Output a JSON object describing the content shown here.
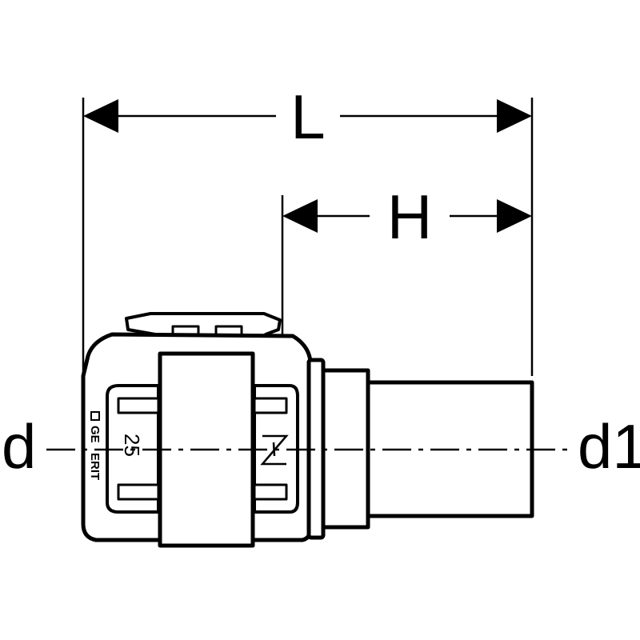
{
  "drawing": {
    "dimension_L": "L",
    "dimension_H": "H",
    "label_d": "d",
    "label_d1": "d1",
    "size_marking": "25",
    "brand_top": "GE",
    "brand_bottom": "ERIT"
  },
  "colors": {
    "line": "#000000",
    "background": "#ffffff"
  }
}
